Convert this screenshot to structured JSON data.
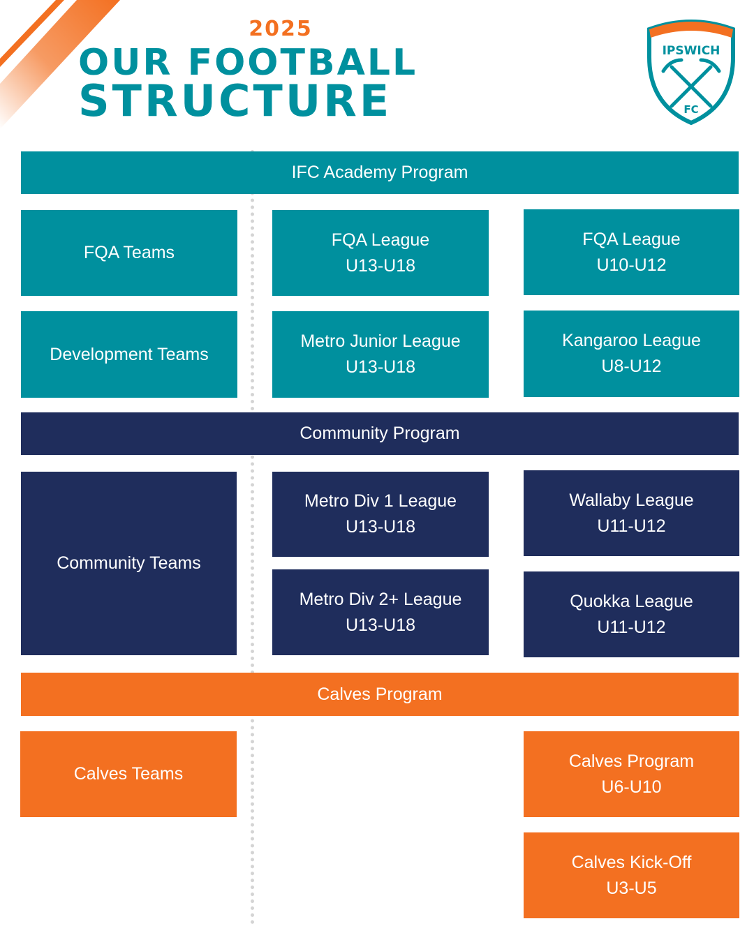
{
  "header": {
    "year": "2025",
    "title_line1": "OUR FOOTBALL",
    "title_line2": "STRUCTURE",
    "logo": {
      "top_text": "IPSWICH",
      "bottom_text": "FC",
      "icon": "crossed-pickaxes-icon"
    }
  },
  "colors": {
    "teal": "#00909E",
    "navy": "#1F2D5C",
    "orange": "#F37021"
  },
  "academy": {
    "title": "IFC Academy Program",
    "teams": [
      {
        "label": "FQA Teams"
      },
      {
        "label": "Development Teams"
      }
    ],
    "leagues_mid": [
      {
        "name": "FQA League",
        "ages": "U13-U18"
      },
      {
        "name": "Metro Junior League",
        "ages": "U13-U18"
      }
    ],
    "leagues_right": [
      {
        "name": "FQA League",
        "ages": "U10-U12"
      },
      {
        "name": "Kangaroo League",
        "ages": "U8-U12"
      }
    ]
  },
  "community": {
    "title": "Community Program",
    "teams": [
      {
        "label": "Community Teams"
      }
    ],
    "leagues_mid": [
      {
        "name": "Metro Div 1 League",
        "ages": "U13-U18"
      },
      {
        "name": "Metro Div 2+ League",
        "ages": "U13-U18"
      }
    ],
    "leagues_right": [
      {
        "name": "Wallaby League",
        "ages": "U11-U12"
      },
      {
        "name": "Quokka League",
        "ages": "U11-U12"
      }
    ]
  },
  "calves": {
    "title": "Calves Program",
    "teams": [
      {
        "label": "Calves Teams"
      }
    ],
    "leagues_right": [
      {
        "name": "Calves Program",
        "ages": "U6-U10"
      },
      {
        "name": "Calves Kick-Off",
        "ages": "U3-U5"
      }
    ]
  }
}
